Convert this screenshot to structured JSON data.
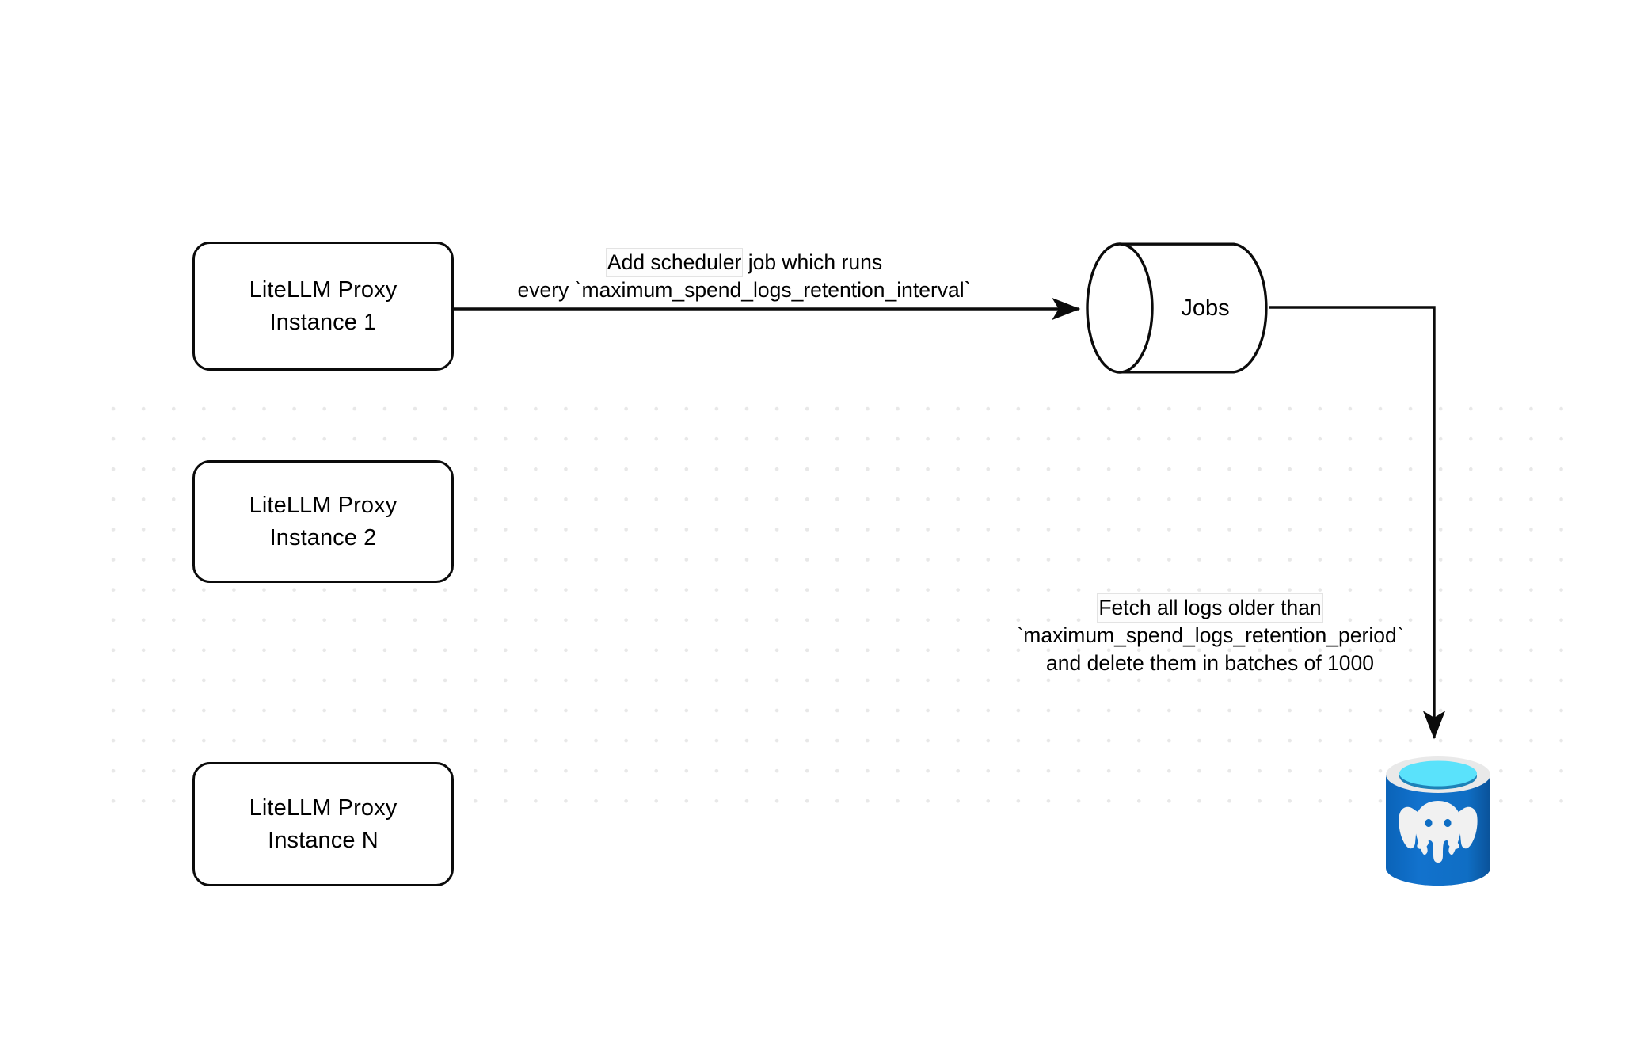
{
  "diagram": {
    "title": "LiteLLM spend logs retention scheduler flow",
    "background_color": "#ffffff",
    "grid_dot_color": "#e8e8e8",
    "stroke_color": "#0b0b0b",
    "nodes": [
      {
        "id": "proxy-1",
        "name": "litellm-proxy-instance-1",
        "shape": "rounded-rect",
        "label": "LiteLLM Proxy\nInstance 1"
      },
      {
        "id": "proxy-2",
        "name": "litellm-proxy-instance-2",
        "shape": "rounded-rect",
        "label": "LiteLLM Proxy\nInstance 2"
      },
      {
        "id": "proxy-n",
        "name": "litellm-proxy-instance-n",
        "shape": "rounded-rect",
        "label": "LiteLLM Proxy\nInstance N"
      },
      {
        "id": "jobs",
        "name": "jobs-queue",
        "shape": "cylinder",
        "label": "Jobs"
      },
      {
        "id": "postgres",
        "name": "postgres-database",
        "shape": "database-icon",
        "label": "",
        "icon": "postgresql-elephant-icon",
        "colors": {
          "body": "#0f6ec4",
          "body_dark": "#0a5aa6",
          "rim": "#e8e8e8",
          "liquid": "#5ae2fb",
          "liquid_shadow": "#1d82b8",
          "elephant": "#f2f2f2"
        }
      }
    ],
    "edges": [
      {
        "id": "edge-scheduler",
        "name": "edge-proxy1-to-jobs",
        "from": "proxy-1",
        "to": "jobs",
        "label_lines": [
          "Add scheduler job which runs",
          "every `maximum_spend_logs_retention_interval`"
        ],
        "label_highlight_text": "Add scheduler"
      },
      {
        "id": "edge-cleanup",
        "name": "edge-jobs-to-postgres",
        "from": "jobs",
        "to": "postgres",
        "label_lines": [
          "Fetch all logs older than",
          "`maximum_spend_logs_retention_period`",
          "and delete them in batches of 1000"
        ],
        "label_highlight_text": "Fetch all logs older than"
      }
    ]
  }
}
